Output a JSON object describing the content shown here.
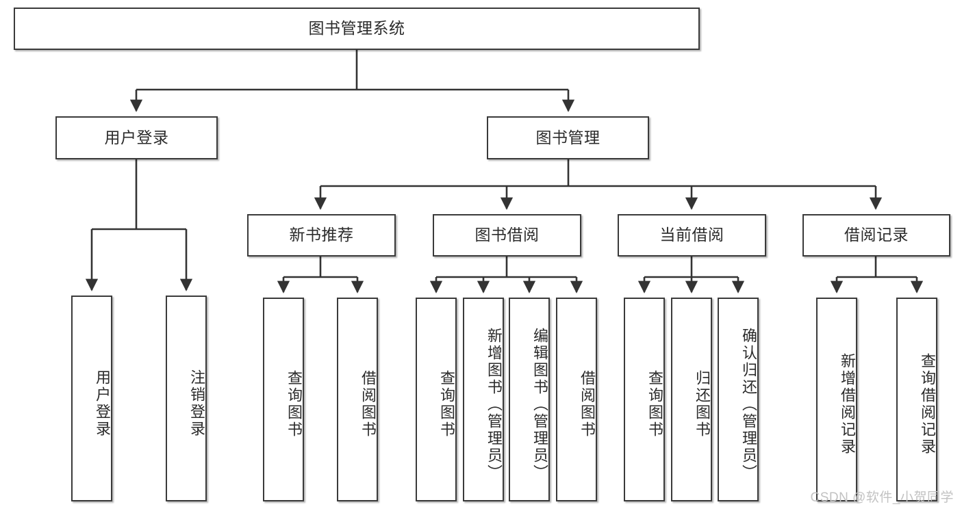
{
  "diagram": {
    "type": "tree-hierarchy",
    "title": "图书管理系统",
    "watermark": "CSDN @软件_小贺同学",
    "colors": {
      "box_border": "#3a3a3a",
      "box_fill": "#ffffff",
      "connector": "#333333",
      "text": "#2b2b2b",
      "watermark": "#c2c2c2",
      "background": "#ffffff"
    },
    "nodes": {
      "root": {
        "label": "图书管理系统"
      },
      "level2": [
        {
          "label": "用户登录"
        },
        {
          "label": "图书管理"
        }
      ],
      "level3": [
        {
          "label": "新书推荐"
        },
        {
          "label": "图书借阅"
        },
        {
          "label": "当前借阅"
        },
        {
          "label": "借阅记录"
        }
      ],
      "leaves": {
        "user_login": [
          {
            "label": "用户登录"
          },
          {
            "label": "注销登录"
          }
        ],
        "new_book_recommend": [
          {
            "label": "查询图书"
          },
          {
            "label": "借阅图书"
          }
        ],
        "book_borrow": [
          {
            "label": "查询图书"
          },
          {
            "label": "新增图书（管理员）"
          },
          {
            "label": "编辑图书（管理员）"
          },
          {
            "label": "借阅图书"
          }
        ],
        "current_borrow": [
          {
            "label": "查询图书"
          },
          {
            "label": "归还图书"
          },
          {
            "label": "确认归还（管理员）"
          }
        ],
        "borrow_record": [
          {
            "label": "新增借阅记录"
          },
          {
            "label": "查询借阅记录"
          }
        ]
      }
    }
  }
}
